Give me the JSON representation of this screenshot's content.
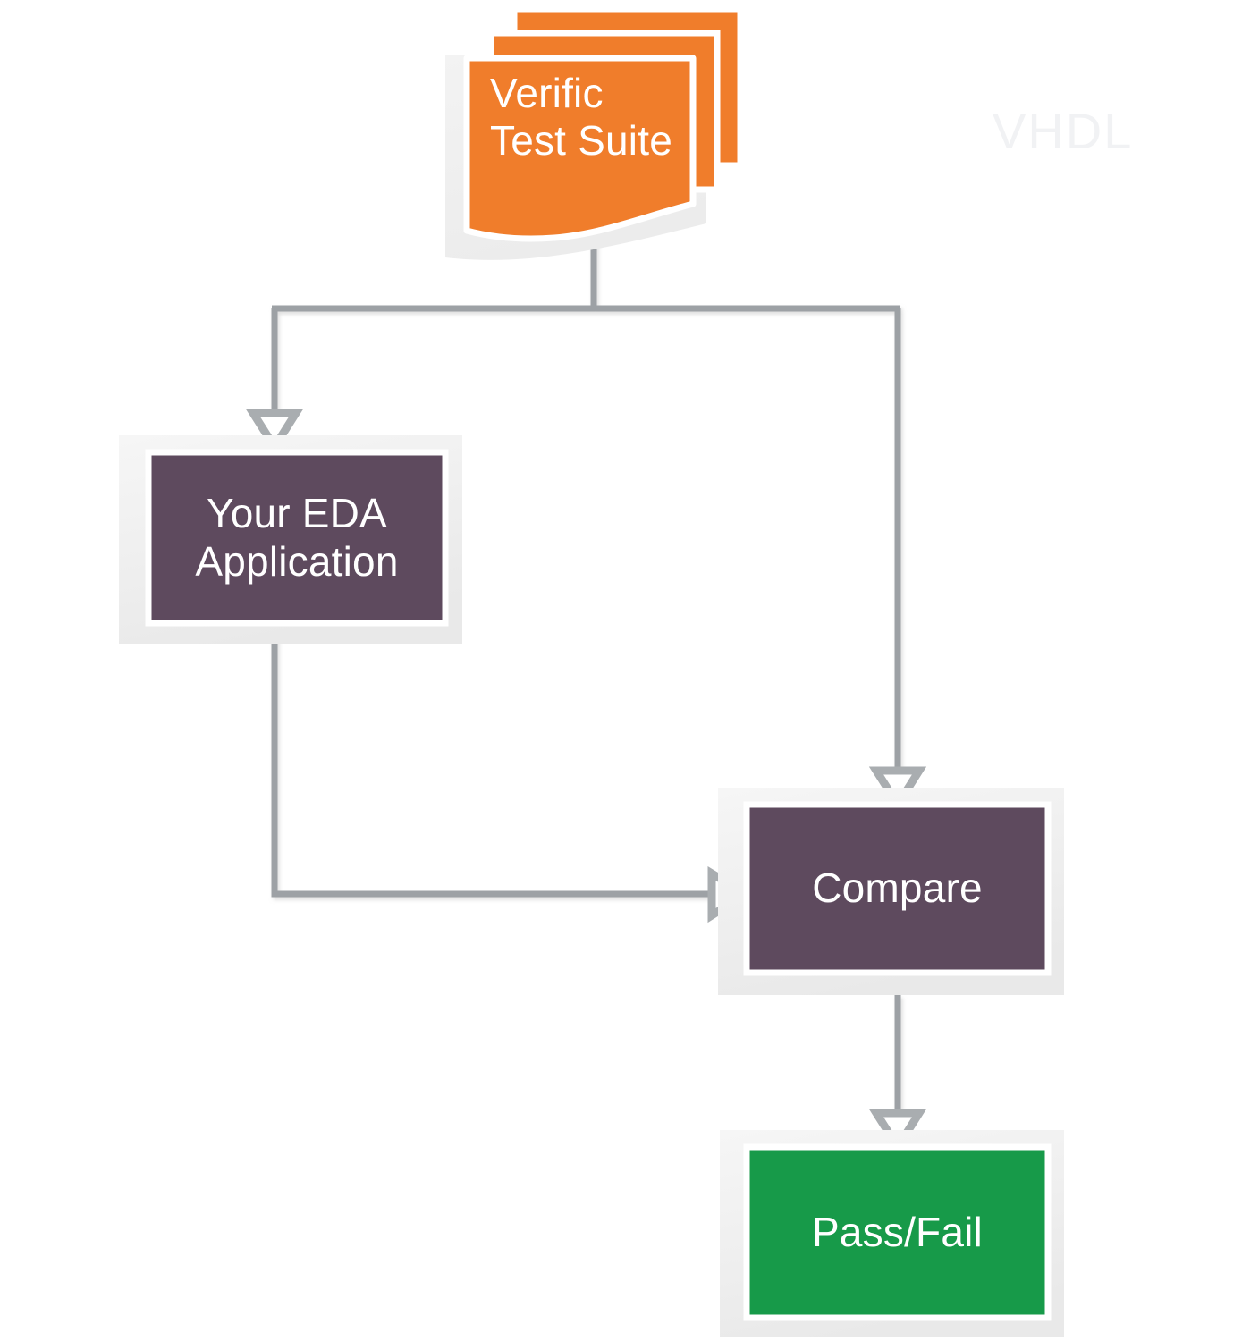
{
  "diagram": {
    "title": "Verific Test Suite Verification Flow",
    "background_color": "#ffffff",
    "watermark": {
      "text": "VHDL",
      "color": "#f1f2f4"
    },
    "colors": {
      "orange": "#f07d2b",
      "purple": "#5e4a5e",
      "green": "#179a49",
      "connector": "#9da1a5",
      "frame": "#eeeeee",
      "border": "#ffffff",
      "text": "#ffffff"
    },
    "nodes": [
      {
        "id": "verific-test-suite",
        "shape": "stacked-document",
        "fill": "#f07d2b",
        "label_lines": [
          "Verific",
          "Test Suite"
        ]
      },
      {
        "id": "your-eda-application",
        "shape": "rectangle",
        "fill": "#5e4a5e",
        "label_lines": [
          "Your EDA",
          "Application"
        ]
      },
      {
        "id": "compare",
        "shape": "rectangle",
        "fill": "#5e4a5e",
        "label_lines": [
          "Compare"
        ]
      },
      {
        "id": "pass-fail",
        "shape": "rectangle",
        "fill": "#179a49",
        "label_lines": [
          "Pass/Fail"
        ]
      }
    ],
    "edges": [
      {
        "id": "suite-to-eda",
        "from": "verific-test-suite",
        "to": "your-eda-application",
        "style": "orthogonal",
        "arrow": "open-triangle-down"
      },
      {
        "id": "suite-to-compare",
        "from": "verific-test-suite",
        "to": "compare",
        "style": "orthogonal",
        "arrow": "open-triangle-down"
      },
      {
        "id": "eda-to-compare",
        "from": "your-eda-application",
        "to": "compare",
        "style": "orthogonal",
        "arrow": "open-triangle-right"
      },
      {
        "id": "compare-to-passfail",
        "from": "compare",
        "to": "pass-fail",
        "style": "straight",
        "arrow": "open-triangle-down"
      }
    ]
  },
  "labels": {
    "suite_line1": "Verific",
    "suite_line2": "Test Suite",
    "eda_line1": "Your EDA",
    "eda_line2": "Application",
    "compare": "Compare",
    "passfail": "Pass/Fail",
    "watermark": "VHDL"
  }
}
